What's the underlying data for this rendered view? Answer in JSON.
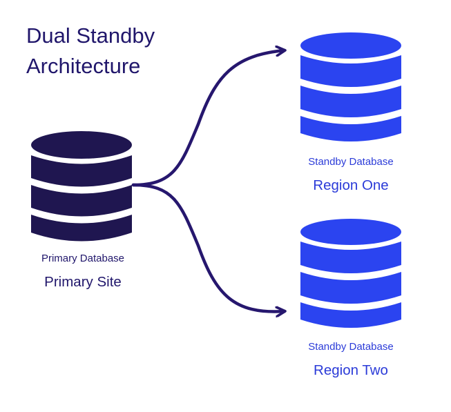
{
  "title": {
    "line1": "Dual Standby",
    "line2": "Architecture"
  },
  "colors": {
    "primary": "#1f1650",
    "standby": "#2b44f0",
    "standby_text": "#2b3bd8",
    "primary_text": "#20166b",
    "arrow": "#26176e"
  },
  "nodes": {
    "primary": {
      "subtitle": "Primary Database",
      "name": "Primary Site",
      "icon": "database-icon"
    },
    "region_one": {
      "subtitle": "Standby Database",
      "name": "Region One",
      "icon": "database-icon"
    },
    "region_two": {
      "subtitle": "Standby Database",
      "name": "Region Two",
      "icon": "database-icon"
    }
  }
}
